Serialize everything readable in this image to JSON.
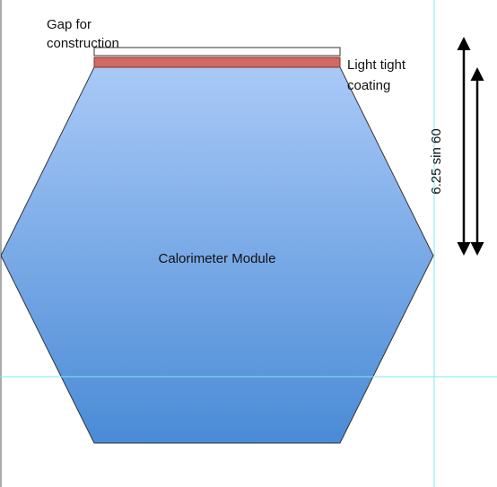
{
  "diagram": {
    "labels": {
      "gap_line1": "Gap for",
      "gap_line2": "construction",
      "coating_line1": "Light tight",
      "coating_line2": "coating",
      "module": "Calorimeter Module",
      "dimension": "6.25 sin 60"
    },
    "colors": {
      "hex_top": "#a9c9f7",
      "hex_bottom": "#4a8bd6",
      "coating_fill": "#d06a63",
      "coating_stroke": "#8a2f2a",
      "gap_fill": "#ffffff",
      "guide_line": "#7fe8f0"
    }
  }
}
